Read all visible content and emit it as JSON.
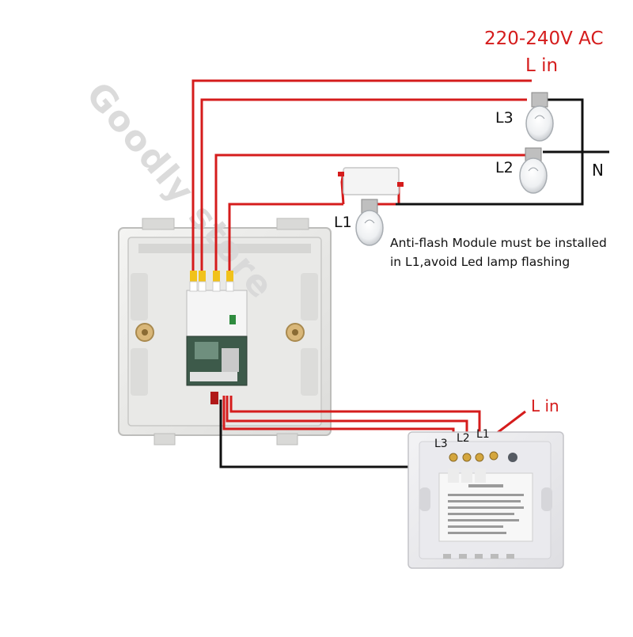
{
  "power": {
    "voltage_label": "220-240V AC",
    "line_in_label": "L in"
  },
  "neutral_label": "N",
  "lamps": [
    {
      "label": "L3"
    },
    {
      "label": "L2"
    },
    {
      "label": "L1"
    }
  ],
  "note": {
    "line1": "Anti-flash Module must be installed",
    "line2": "in L1,avoid Led lamp flashing"
  },
  "switch": {
    "line_in_label": "L in",
    "terminals": [
      "L3",
      "L2",
      "L1"
    ]
  },
  "watermark": "Goodly store",
  "colors": {
    "line": "#d51c1c",
    "neutral": "#111111"
  }
}
